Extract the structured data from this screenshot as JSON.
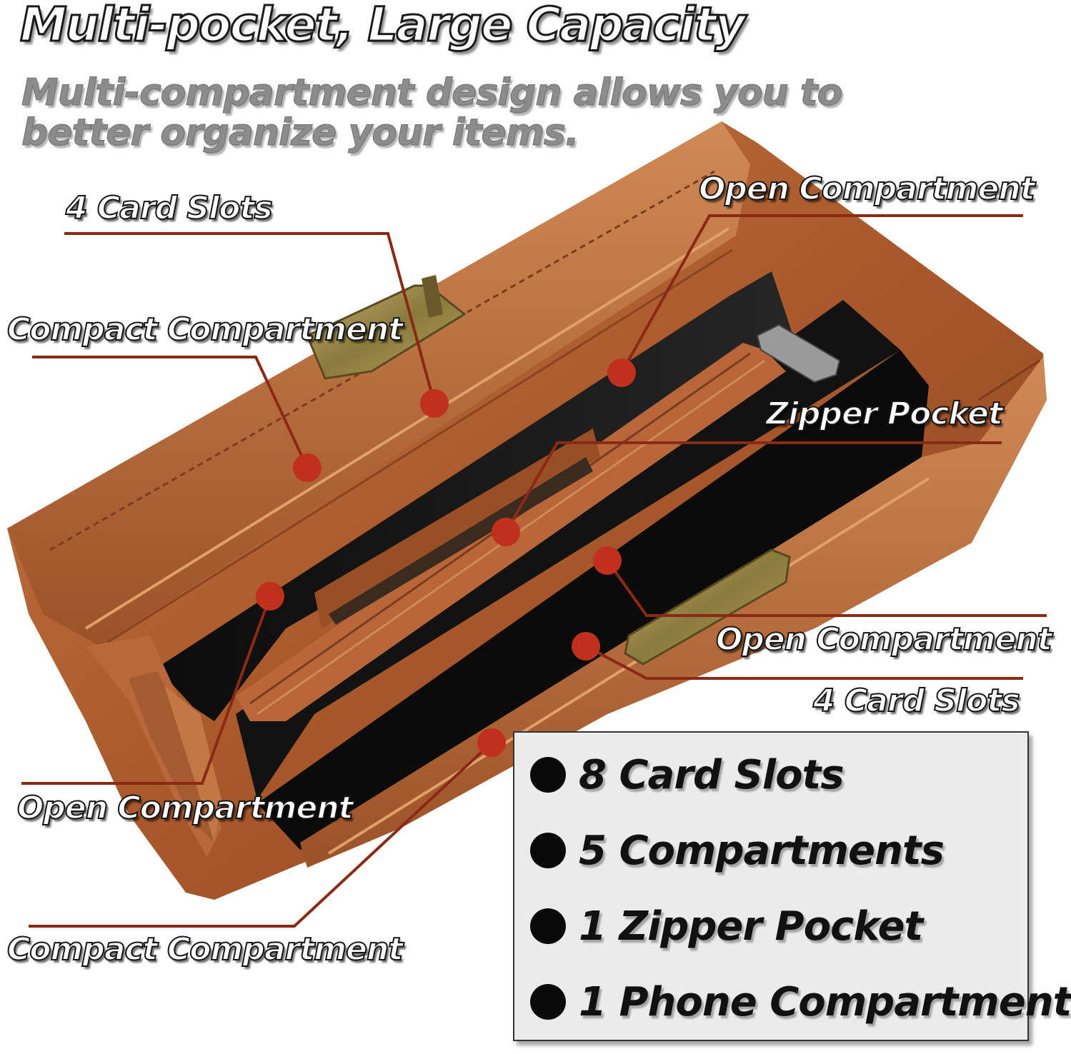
{
  "headline": "Multi-pocket, Large Capacity",
  "subheadline": "Multi-compartment design allows you to better organize your items.",
  "callouts": {
    "card_slots_top": "4 Card Slots",
    "compact_top": "Compact Compartment",
    "open_top_right": "Open Compartment",
    "zipper_pocket": "Zipper Pocket",
    "open_mid_right": "Open Compartment",
    "card_slots_bottom": "4 Card Slots",
    "open_bottom_left": "Open Compartment",
    "compact_bottom": "Compact Compartment"
  },
  "features": [
    {
      "text": "8 Card Slots"
    },
    {
      "text": "5 Compartments"
    },
    {
      "text": "1 Zipper Pocket"
    },
    {
      "text": "1 Phone Compartment"
    }
  ],
  "colors": {
    "leather": "#b8683a",
    "leather_dark": "#7a3d1c",
    "lining": "#141414",
    "callout_line": "#8b2a14",
    "marker": "#c0301c",
    "clasp": "#9c8a4a"
  }
}
